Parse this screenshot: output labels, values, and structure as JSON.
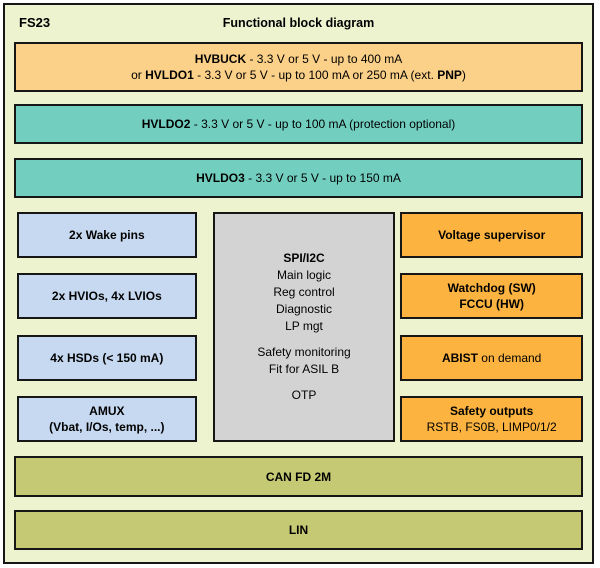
{
  "header": {
    "chip": "FS23",
    "title": "Functional block diagram"
  },
  "colors": {
    "bg": "#edf2cf",
    "orange": "#fbd088",
    "teal": "#72cfc0",
    "blue": "#c6d9f0",
    "gray": "#d3d3d3",
    "amber": "#fcb340",
    "olive": "#c5c973",
    "border": "#161616"
  },
  "blocks": {
    "hvbuck": {
      "groups": [
        [
          [
            {
              "t": "HVBUCK",
              "b": true
            },
            {
              "t": " - 3.3 V or 5 V - up to 400 mA",
              "b": false
            }
          ],
          [
            {
              "t": "or ",
              "b": false
            },
            {
              "t": "HVLDO1",
              "b": true
            },
            {
              "t": " - 3.3 V or 5 V - up to 100 mA or 250 mA (ext. ",
              "b": false
            },
            {
              "t": "PNP",
              "b": true
            },
            {
              "t": ")",
              "b": false
            }
          ]
        ]
      ]
    },
    "hvldo2": {
      "groups": [
        [
          [
            {
              "t": "HVLDO2",
              "b": true
            },
            {
              "t": " - 3.3 V or 5 V - up to 100 mA (protection optional)",
              "b": false
            }
          ]
        ]
      ]
    },
    "hvldo3": {
      "groups": [
        [
          [
            {
              "t": "HVLDO3",
              "b": true
            },
            {
              "t": " - 3.3 V or 5 V - up to 150 mA",
              "b": false
            }
          ]
        ]
      ]
    },
    "wake": {
      "groups": [
        [
          [
            {
              "t": "2x Wake pins",
              "b": true
            }
          ]
        ]
      ]
    },
    "ios": {
      "groups": [
        [
          [
            {
              "t": "2x HVIOs, 4x LVIOs",
              "b": true
            }
          ]
        ]
      ]
    },
    "hsds": {
      "groups": [
        [
          [
            {
              "t": "4x HSDs (< 150 mA)",
              "b": true
            }
          ]
        ]
      ]
    },
    "amux": {
      "groups": [
        [
          [
            {
              "t": "AMUX",
              "b": true
            }
          ],
          [
            {
              "t": "(Vbat, I/Os, temp, ...)",
              "b": true
            }
          ]
        ]
      ]
    },
    "core": {
      "groups": [
        [
          [
            {
              "t": "SPI/I2C",
              "b": true
            }
          ],
          [
            {
              "t": "Main logic",
              "b": false
            }
          ],
          [
            {
              "t": "Reg control",
              "b": false
            }
          ],
          [
            {
              "t": "Diagnostic",
              "b": false
            }
          ],
          [
            {
              "t": "LP mgt",
              "b": false
            }
          ]
        ],
        [
          [
            {
              "t": "Safety monitoring",
              "b": false
            }
          ],
          [
            {
              "t": "Fit for ASIL B",
              "b": false
            }
          ]
        ],
        [
          [
            {
              "t": "OTP",
              "b": false
            }
          ]
        ]
      ]
    },
    "supervisor": {
      "groups": [
        [
          [
            {
              "t": "Voltage supervisor",
              "b": true
            }
          ]
        ]
      ]
    },
    "watchdog": {
      "groups": [
        [
          [
            {
              "t": "Watchdog (SW)",
              "b": true
            }
          ],
          [
            {
              "t": "FCCU (HW)",
              "b": true
            }
          ]
        ]
      ]
    },
    "abist": {
      "groups": [
        [
          [
            {
              "t": "ABIST",
              "b": true
            },
            {
              "t": " on demand",
              "b": false
            }
          ]
        ]
      ]
    },
    "safety": {
      "groups": [
        [
          [
            {
              "t": "Safety outputs",
              "b": true
            }
          ],
          [
            {
              "t": "RSTB, FS0B, LIMP0/1/2",
              "b": false
            }
          ]
        ]
      ]
    },
    "can": {
      "groups": [
        [
          [
            {
              "t": "CAN FD 2M",
              "b": true
            }
          ]
        ]
      ]
    },
    "lin": {
      "groups": [
        [
          [
            {
              "t": "LIN",
              "b": true
            }
          ]
        ]
      ]
    }
  }
}
